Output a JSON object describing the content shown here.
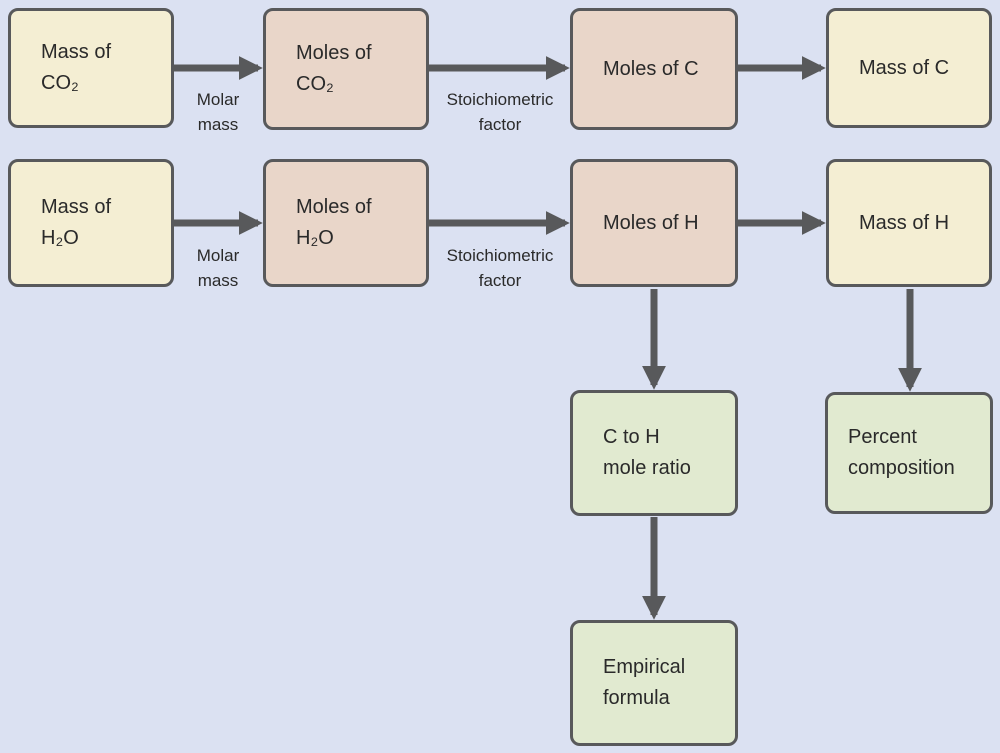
{
  "colors": {
    "background": "#dbe1f2",
    "box-cream": "#f4eed3",
    "box-pink": "#e9d6c9",
    "box-green": "#e1ead0",
    "border": "#58595b",
    "arrow": "#58595b",
    "text": "#2a2a2a"
  },
  "boxes": {
    "mass_co2": "Mass of\nCO₂",
    "moles_co2": "Moles of\nCO₂",
    "moles_c": "Moles of C",
    "mass_c": "Mass of C",
    "mass_h2o": "Mass of\nH₂O",
    "moles_h2o": "Moles of\nH₂O",
    "moles_h": "Moles of H",
    "mass_h": "Mass of H",
    "c_to_h_ratio": "C to H\nmole ratio",
    "percent_composition": "Percent\ncomposition",
    "empirical_formula": "Empirical\nformula"
  },
  "arrow_labels": {
    "molar_mass_row1": "Molar\nmass",
    "stoich_row1": "Stoichiometric\nfactor",
    "molar_mass_row2": "Molar\nmass",
    "stoich_row2": "Stoichiometric\nfactor"
  }
}
